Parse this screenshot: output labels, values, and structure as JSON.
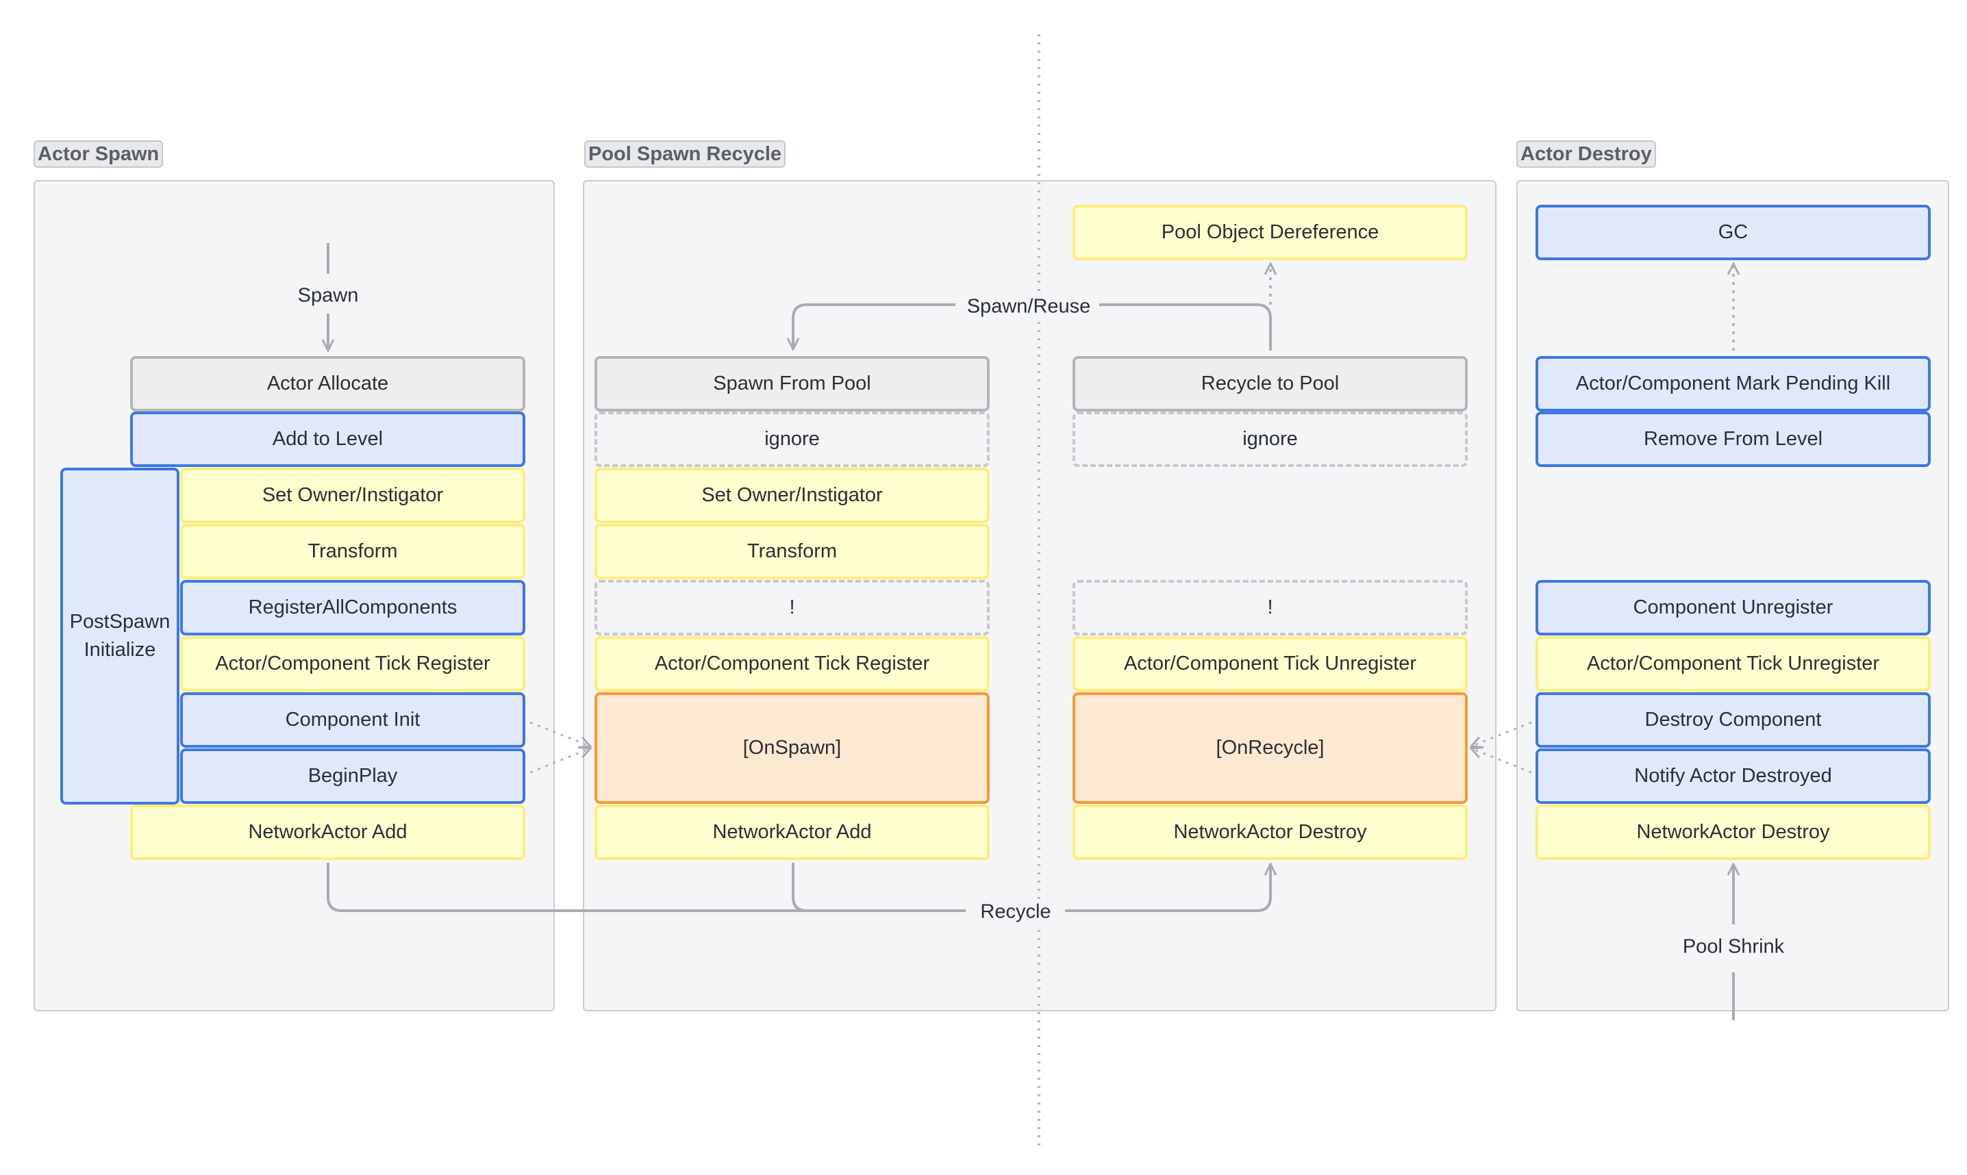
{
  "panels": {
    "actor_spawn": "Actor Spawn",
    "pool_spawn_recycle": "Pool Spawn Recycle",
    "actor_destroy": "Actor Destroy"
  },
  "actor_spawn": {
    "spawn_label": "Spawn",
    "actor_allocate": "Actor Allocate",
    "add_to_level": "Add to Level",
    "post_spawn_initialize": "PostSpawn Initialize",
    "set_owner_instigator": "Set Owner/Instigator",
    "transform": "Transform",
    "register_all_components": "RegisterAllComponents",
    "tick_register": "Actor/Component Tick Register",
    "component_init": "Component Init",
    "begin_play": "BeginPlay",
    "network_actor_add": "NetworkActor Add"
  },
  "pool_spawn": {
    "spawn_from_pool": "Spawn From Pool",
    "ignore": "ignore",
    "set_owner_instigator": "Set Owner/Instigator",
    "transform": "Transform",
    "bang": "!",
    "tick_register": "Actor/Component Tick Register",
    "on_spawn": "[OnSpawn]",
    "network_actor_add": "NetworkActor Add"
  },
  "pool_recycle": {
    "pool_object_dereference": "Pool Object Dereference",
    "spawn_reuse_label": "Spawn/Reuse",
    "recycle_to_pool": "Recycle to Pool",
    "ignore": "ignore",
    "bang": "!",
    "tick_unregister": "Actor/Component Tick Unregister",
    "on_recycle": "[OnRecycle]",
    "network_actor_destroy": "NetworkActor Destroy",
    "recycle_label": "Recycle"
  },
  "actor_destroy": {
    "gc": "GC",
    "mark_pending_kill": "Actor/Component Mark Pending Kill",
    "remove_from_level": "Remove From Level",
    "component_unregister": "Component Unregister",
    "tick_unregister": "Actor/Component Tick Unregister",
    "destroy_component": "Destroy Component",
    "notify_actor_destroyed": "Notify Actor Destroyed",
    "network_actor_destroy": "NetworkActor Destroy",
    "pool_shrink_label": "Pool Shrink"
  }
}
